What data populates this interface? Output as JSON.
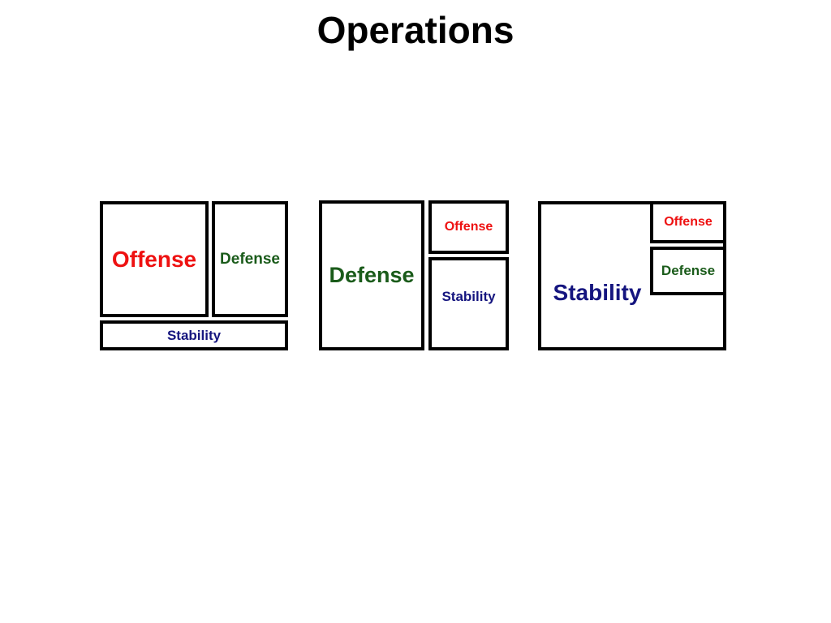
{
  "slide": {
    "title": "Operations"
  },
  "colors": {
    "title_text": "#000000",
    "offense_text": "#ee1111",
    "defense_text": "#1a5b1a",
    "stability_text": "#15157f",
    "box_border": "#000000",
    "background": "#ffffff"
  },
  "diagrams": [
    {
      "name": "offense-emphasis",
      "labels": {
        "offense": "Offense",
        "defense": "Defense",
        "stability": "Stability"
      }
    },
    {
      "name": "defense-emphasis",
      "labels": {
        "offense": "Offense",
        "defense": "Defense",
        "stability": "Stability"
      }
    },
    {
      "name": "stability-emphasis",
      "labels": {
        "offense": "Offense",
        "defense": "Defense",
        "stability": "Stability"
      }
    }
  ]
}
